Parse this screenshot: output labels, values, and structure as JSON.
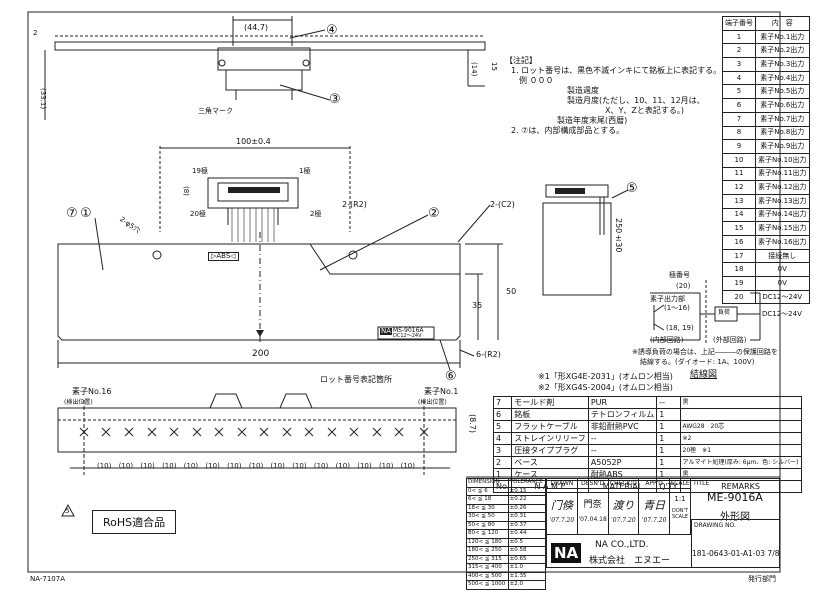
{
  "notes": {
    "title": "【注記】",
    "n1": "1. ロット番号は、黒色不滅インキにて銘板上に表記する。",
    "example": "例",
    "example_code": "０００",
    "l1": "製造週度",
    "l2": "製造月度(ただし、10、11、12月は、",
    "l2b": "X、Y、Zと表記する。)",
    "l3": "製造年度末尾(西暦)",
    "n2": "2. ⑦は、内部構成部品とする。"
  },
  "pin_table": {
    "headers": [
      "端子番号",
      "内　容"
    ],
    "rows": [
      [
        "1",
        "素子No.1出力"
      ],
      [
        "2",
        "素子No.2出力"
      ],
      [
        "3",
        "素子No.3出力"
      ],
      [
        "4",
        "素子No.4出力"
      ],
      [
        "5",
        "素子No.5出力"
      ],
      [
        "6",
        "素子No.6出力"
      ],
      [
        "7",
        "素子No.7出力"
      ],
      [
        "8",
        "素子No.8出力"
      ],
      [
        "9",
        "素子No.9出力"
      ],
      [
        "10",
        "素子No.10出力"
      ],
      [
        "11",
        "素子No.11出力"
      ],
      [
        "12",
        "素子No.12出力"
      ],
      [
        "13",
        "素子No.13出力"
      ],
      [
        "14",
        "素子No.14出力"
      ],
      [
        "15",
        "素子No.15出力"
      ],
      [
        "16",
        "素子No.16出力"
      ],
      [
        "17",
        "接続無し"
      ],
      [
        "18",
        "0V"
      ],
      [
        "19",
        "0V"
      ],
      [
        "20",
        "DC12〜24V"
      ]
    ]
  },
  "drawing": {
    "dim_447": "(44.7)",
    "dim_14": "(14)",
    "dim_15": "15",
    "dim_331": "(33.1)",
    "dim_2": "2",
    "triangle_mark": "三角マーク",
    "dim_100": "100±0.4",
    "pole19": "19極",
    "pole1": "1極",
    "pole20": "20極",
    "pole2": "2極",
    "dim_8": "(8)",
    "hole": "2-φ5穴",
    "r2_a": "2-(R2)",
    "c2": "2-(C2)",
    "abs": "▷ABS◁",
    "dim_200": "200",
    "dim_35": "35",
    "dim_50": "50",
    "r2_b": "6-(R2)",
    "lot_label": "ロット番号表記箇所",
    "nameplate_top": "MS-9016A",
    "nameplate_bot": "DC12〜24V",
    "dim_250": "250±30",
    "elem16": "素子No.16",
    "elem16_sub": "(検出位置)",
    "elem1": "素子No.1",
    "elem1_sub": "(検出位置)",
    "dim_87": "(8.7)",
    "pitch": [
      "(10)",
      "(10)",
      "(10)",
      "(10)",
      "(10)",
      "(10)",
      "(10)",
      "(10)",
      "(10)",
      "(10)",
      "(10)",
      "(10)",
      "(10)",
      "(10)",
      "(10)"
    ],
    "circle_labels": [
      "①",
      "②",
      "③",
      "④",
      "⑤",
      "⑥",
      "⑦"
    ]
  },
  "circuit": {
    "title": "結線図",
    "pin_no": "極番号",
    "pin20": "(20)",
    "out_label": "素子出力部",
    "range": "(1〜16)",
    "load": "負荷",
    "gnd": "(18, 19)",
    "dc": "DC12〜24V",
    "internal": "(内部回路)",
    "external": "(外部回路)",
    "note1": "※誘導負荷の場合は、上記―――の保護回路を",
    "note2": "結線する。(ダイオード: 1A、100V)"
  },
  "footnotes": {
    "f1": "※1「形XG4E-2031」(オムロン相当)",
    "f2": "※2「形XG4S-2004」(オムロン相当)"
  },
  "materials": {
    "rows": [
      [
        "7",
        "モールド剤",
        "PUR",
        "--",
        "黒"
      ],
      [
        "6",
        "銘板",
        "テトロンフィルム",
        "1",
        ""
      ],
      [
        "5",
        "フラットケーブル",
        "非鉛耐熱PVC",
        "1",
        "AWG28　20芯"
      ],
      [
        "4",
        "ストレインリリーフ",
        "--",
        "1",
        "※2"
      ],
      [
        "3",
        "圧接タイププラグ",
        "--",
        "1",
        "20極　※1"
      ],
      [
        "2",
        "ベース",
        "A5052P",
        "1",
        "アルマイト処理(厚み: 6μm、色: シルバー)"
      ],
      [
        "1",
        "ケース",
        "耐熱ABS",
        "1",
        "黒"
      ]
    ],
    "header": [
      "No.",
      "N A M E",
      "MATERIAL",
      "Q'TY",
      "REMARKS"
    ]
  },
  "dimension_table": {
    "headers": [
      "DIMENSION",
      "TOLERANCE"
    ],
    "rows": [
      [
        "0< ≦ 6",
        "±0.15"
      ],
      [
        "6< ≦ 18",
        "±0.22"
      ],
      [
        "18< ≦ 30",
        "±0.26"
      ],
      [
        "30< ≦ 50",
        "±0.31"
      ],
      [
        "50< ≦ 80",
        "±0.37"
      ],
      [
        "80< ≦ 120",
        "±0.44"
      ],
      [
        "120< ≦ 180",
        "±0.5"
      ],
      [
        "180< ≦ 250",
        "±0.58"
      ],
      [
        "250< ≦ 315",
        "±0.65"
      ],
      [
        "315< ≦ 400",
        "±1.0"
      ],
      [
        "400< ≦ 500",
        "±1.35"
      ],
      [
        "500< ≦ 1000",
        "±2.0"
      ]
    ]
  },
  "title_block": {
    "drawn": "DRAWN",
    "desnd": "DESN'D",
    "checkd": "CHECK'D",
    "appd": "APP'D",
    "scale": "SCALE",
    "scale_val": "1:1",
    "dont_scale": "DON'T SCALE",
    "title_label": "TITLE",
    "title_1": "ME-9016A",
    "title_2": "外形図",
    "drawing_no_label": "DRAWING NO.",
    "drawing_no": "181-0643-01-A1-03 7/8",
    "company_en": "NA CO.,LTD.",
    "company_jp": "株式会社　エヌエー",
    "logo": "NA",
    "sign1": "门倏",
    "sign2": "門奈",
    "sign3": "渡り",
    "sign4": "青日",
    "date1": "'07.7.20",
    "date2": "'07.04.18",
    "date3": "'07.7.20",
    "date4": "'07.7.20"
  },
  "misc": {
    "rohs": "RoHS適合品",
    "warn_num": "5",
    "doc_no": "NA-7107A",
    "dept": "発行部門"
  }
}
